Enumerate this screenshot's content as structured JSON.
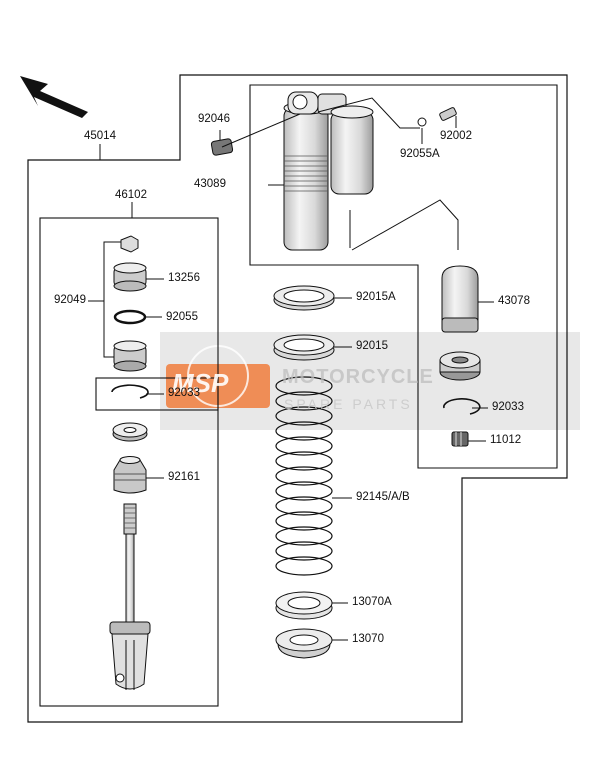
{
  "labels": {
    "p45014": "45014",
    "p46102": "46102",
    "p92046": "92046",
    "p43089": "43089",
    "p92002": "92002",
    "p92055A": "92055A",
    "p43078": "43078",
    "p13256": "13256",
    "p92049": "92049",
    "p92055": "92055",
    "p92015A": "92015A",
    "p92015": "92015",
    "p92033a": "92033",
    "p92033b": "92033",
    "p11012": "11012",
    "p92161": "92161",
    "p92145": "92145/A/B",
    "p13070A": "13070A",
    "p13070": "13070"
  },
  "watermark": {
    "logo": "MSP",
    "line1": "MOTORCYCLE",
    "line2": "SPARE PARTS"
  },
  "colors": {
    "line": "#111111",
    "part_fill": "#e2e2e2",
    "part_dark": "#9a9a9a",
    "watermark_bg": "#d6d6d6",
    "watermark_logo": "#f07d3c"
  }
}
